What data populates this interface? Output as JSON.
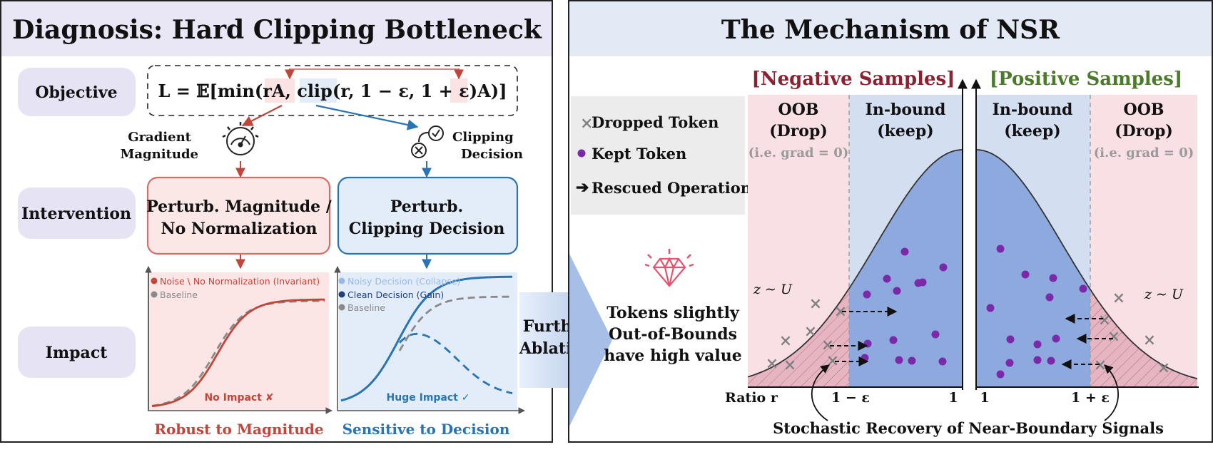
{
  "left": {
    "title": "Diagnosis: Hard Clipping Bottleneck",
    "rows": {
      "objective": "Objective",
      "intervention": "Intervention",
      "impact": "Impact"
    },
    "formula": {
      "p1": "L = 𝔼[",
      "min": "min",
      "p2": "(",
      "rA": "rA",
      "comma": ", ",
      "clip": "clip",
      "p3": "(r, 1 − ε, 1 + ε)",
      "A": "A",
      "p4": ")]"
    },
    "gradient": {
      "line1": "Gradient",
      "line2": "Magnitude"
    },
    "clipping": {
      "line1": "Clipping",
      "line2": "Decision"
    },
    "box_magnitude": {
      "line1": "Perturb. Magnitude /",
      "line2": "No Normalization"
    },
    "box_decision": {
      "line1": "Perturb.",
      "line2": "Clipping Decision"
    },
    "chart_left": {
      "legend": [
        "Noise \\ No Normalization (Invariant)",
        "Baseline"
      ],
      "note": "No Impact ✘",
      "caption": "Robust to Magnitude"
    },
    "chart_right": {
      "legend": [
        "Noisy Decision (Collapse)",
        "Clean Decision (Gain)",
        "Baseline"
      ],
      "note": "Huge Impact ✓",
      "caption": "Sensitive to Decision"
    },
    "colors": {
      "red": "#c0463c",
      "blue": "#2a74b3",
      "gray": "#8a8a8a"
    }
  },
  "middle": {
    "arrow": {
      "line1": "Further",
      "line2": "Ablation"
    },
    "gem_text": {
      "line1": "Tokens slightly",
      "line2": "Out-of-Bounds",
      "line3": "have high value"
    }
  },
  "right": {
    "title": "The Mechanism of NSR",
    "neg_label": "[Negative Samples]",
    "pos_label": "[Positive Samples]",
    "legend": {
      "dropped": "Dropped Token",
      "kept": "Kept Token",
      "rescued": "Rescued Operation"
    },
    "oob": {
      "line1": "OOB",
      "line2": "(Drop)",
      "line3": "(i.e. grad = 0)"
    },
    "inb": {
      "line1": "In-bound",
      "line2": "(keep)"
    },
    "z_label": "z ∼ U",
    "axis": {
      "ratio": "Ratio r",
      "one_minus": "1 − ε",
      "one_a": "1",
      "one_b": "1",
      "one_plus": "1 + ε"
    },
    "caption": "Stochastic Recovery of Near-Boundary Signals",
    "colors": {
      "neg_title": "#8b2232",
      "pos_title": "#4a7a2a",
      "purple": "#7a2aa8"
    }
  }
}
